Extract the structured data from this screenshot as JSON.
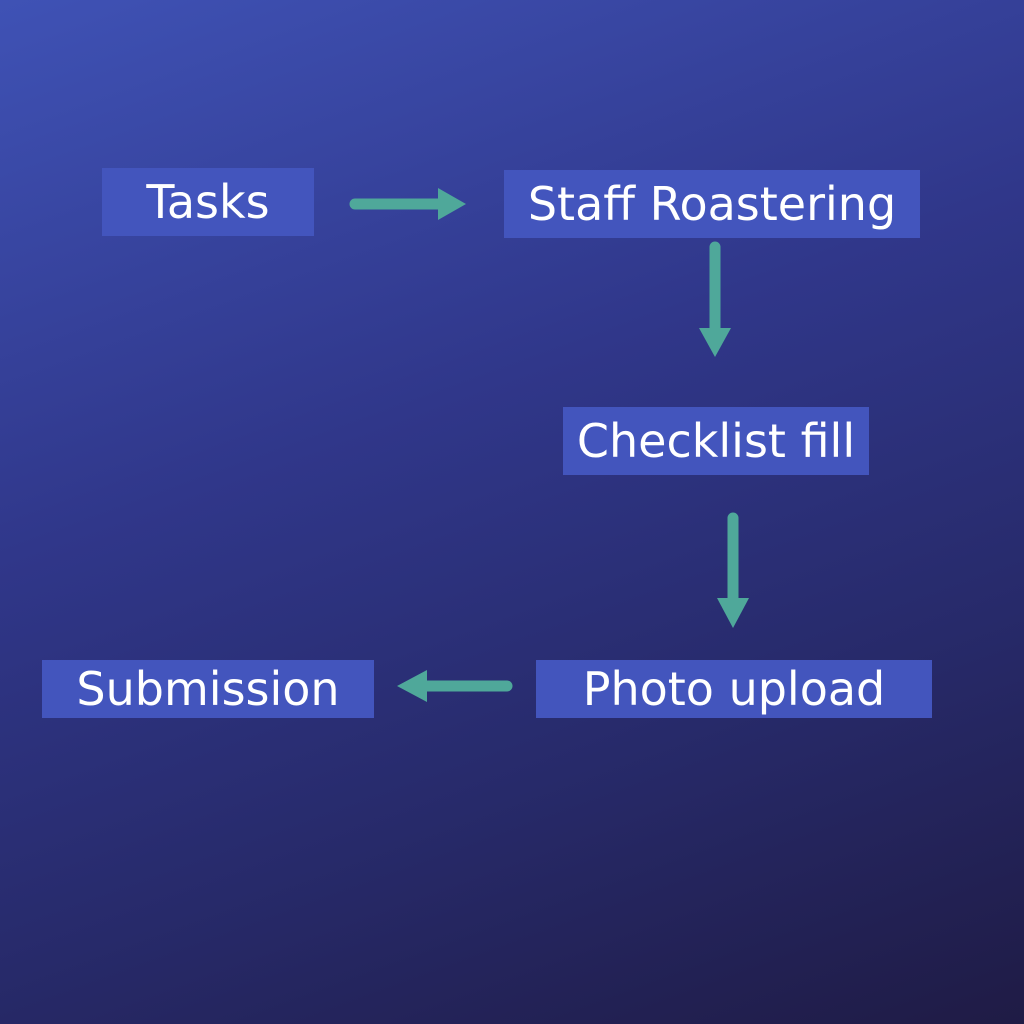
{
  "nodes": {
    "tasks": "Tasks",
    "staff": "Staff Roastering",
    "checklist": "Checklist fill",
    "photo": "Photo upload",
    "submission": "Submission"
  },
  "colors": {
    "arrow": "#4fa89a",
    "box": "#4355bd"
  }
}
